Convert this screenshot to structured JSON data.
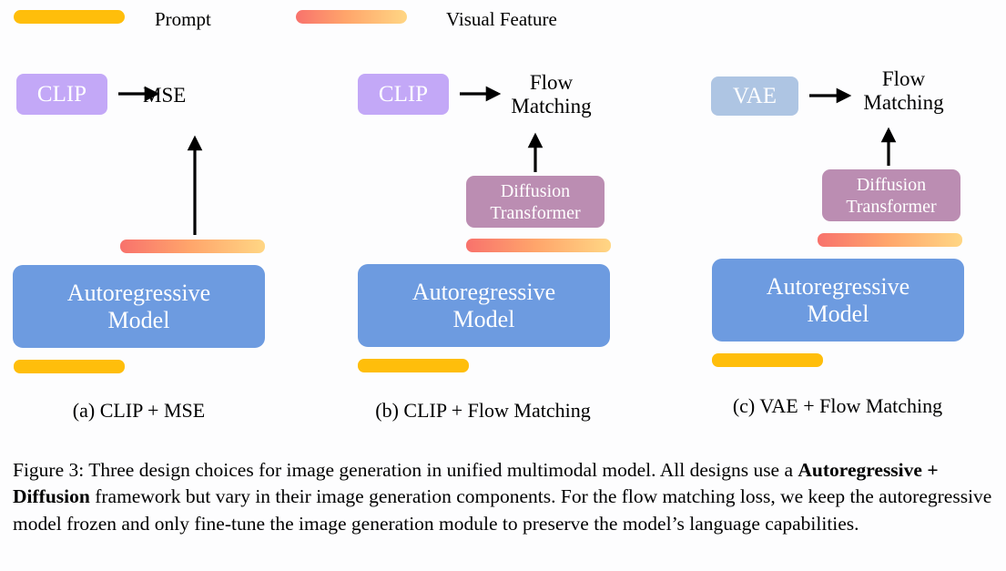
{
  "figure": {
    "background": "#fdfdfe",
    "caption_prefix": "Figure 3:",
    "caption_part1": " Three design choices for image generation in unified multimodal model. All designs use a ",
    "caption_bold": "Autoregressive + Diffusion",
    "caption_part2": " framework but vary in their image generation components. For the flow matching loss, we keep the autoregressive model frozen and only fine-tune the image generation module to preserve the model’s language capabilities."
  },
  "legend": {
    "items": [
      {
        "name": "prompt",
        "label": "Prompt",
        "swatch_type": "solid",
        "color": "#FFBE0B"
      },
      {
        "name": "visual-feature",
        "label": "Visual Feature",
        "swatch_type": "gradient",
        "color_start": "#F8726C",
        "color_end": "#FFD684"
      }
    ]
  },
  "colors": {
    "prompt_bar": "#FFBE0B",
    "visual_start": "#F8726C",
    "visual_end": "#FFD684",
    "clip_box": "#C3A8F7",
    "vae_box": "#AEC5E3",
    "ar_box": "#6D9BE0",
    "dit_box": "#BB8DB2",
    "arrow": "#000000",
    "text": "#000000",
    "box_text": "#FFFFFF"
  },
  "panels": [
    {
      "id": "a",
      "subcaption": "(a) CLIP +  MSE",
      "encoder": {
        "label": "CLIP",
        "color": "#C3A8F7"
      },
      "loss": "MSE",
      "has_diffusion_transformer": false,
      "diffusion_transformer": null,
      "ar_model": "Autoregressive\nModel",
      "visual_feature_bar": true,
      "prompt_bar": true
    },
    {
      "id": "b",
      "subcaption": "(b) CLIP +  Flow Matching",
      "encoder": {
        "label": "CLIP",
        "color": "#C3A8F7"
      },
      "loss": "Flow\nMatching",
      "has_diffusion_transformer": true,
      "diffusion_transformer": "Diffusion\nTransformer",
      "ar_model": "Autoregressive\nModel",
      "visual_feature_bar": true,
      "prompt_bar": true
    },
    {
      "id": "c",
      "subcaption": "(c) VAE +  Flow Matching",
      "encoder": {
        "label": "VAE",
        "color": "#AEC5E3"
      },
      "loss": "Flow\nMatching",
      "has_diffusion_transformer": true,
      "diffusion_transformer": "Diffusion\nTransformer",
      "ar_model": "Autoregressive\nModel",
      "visual_feature_bar": true,
      "prompt_bar": true
    }
  ],
  "arrows": [
    {
      "name": "arrow-encoder-to-loss-a",
      "type": "horizontal-right"
    },
    {
      "name": "arrow-ar-to-loss-a",
      "type": "vertical-up"
    },
    {
      "name": "arrow-encoder-to-loss-b",
      "type": "horizontal-right"
    },
    {
      "name": "arrow-dit-to-loss-b",
      "type": "vertical-up"
    },
    {
      "name": "arrow-encoder-to-loss-c",
      "type": "horizontal-right"
    },
    {
      "name": "arrow-dit-to-loss-c",
      "type": "vertical-up"
    }
  ]
}
